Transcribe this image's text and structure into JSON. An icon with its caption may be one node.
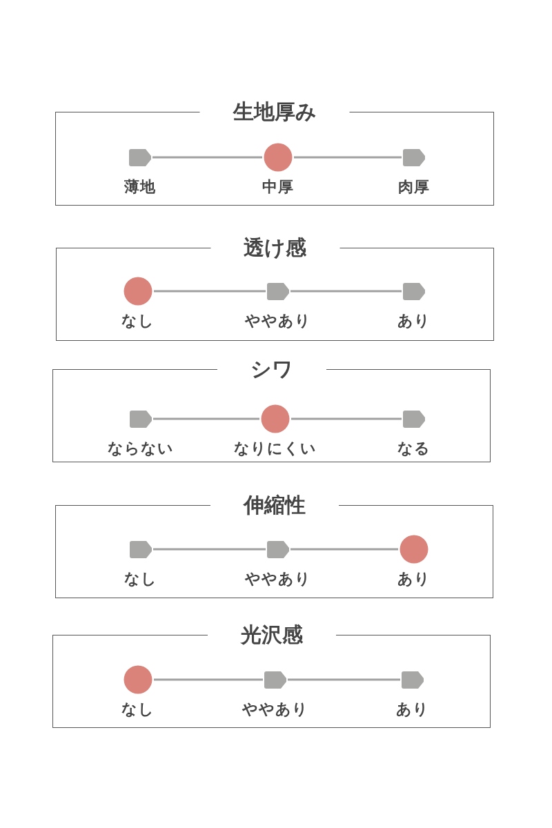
{
  "diagram": {
    "nodes": [
      {
        "text": [
          "生地厚み"
        ]
      },
      {
        "text": [],
        "shape": "box",
        "in": 0,
        "beside": [
          "薄地"
        ]
      },
      {
        "text": [],
        "shape": "circle",
        "in": 0,
        "beside": [
          "中厚"
        ]
      },
      {
        "text": [],
        "shape": "box",
        "in": 0,
        "beside": [
          "肉厚"
        ]
      },
      {
        "text": [
          "透け感"
        ]
      },
      {
        "text": [],
        "shape": "circle",
        "in": 4,
        "beside": [
          "なし"
        ]
      },
      {
        "text": [],
        "shape": "box",
        "in": 4,
        "beside": [
          "ややあり"
        ]
      },
      {
        "text": [],
        "shape": "box",
        "in": 4,
        "beside": [
          "あり"
        ]
      },
      {
        "text": [
          "シワ"
        ]
      },
      {
        "text": [],
        "shape": "box",
        "in": 8,
        "beside": [
          "ならない"
        ]
      },
      {
        "text": [],
        "shape": "circle",
        "in": 8,
        "beside": [
          "なりにくい"
        ]
      },
      {
        "text": [],
        "shape": "box",
        "in": 8,
        "beside": [
          "なる"
        ]
      },
      {
        "text": [
          "伸縮性"
        ]
      },
      {
        "text": [],
        "shape": "box",
        "in": 12,
        "beside": [
          "なし"
        ]
      },
      {
        "text": [],
        "shape": "box",
        "in": 12,
        "beside": [
          "ややあり"
        ]
      },
      {
        "text": [],
        "shape": "circle",
        "in": 12,
        "beside": [
          "あり"
        ]
      },
      {
        "text": [
          "光沢感"
        ]
      },
      {
        "text": [],
        "shape": "circle",
        "in": 16,
        "beside": [
          "なし"
        ]
      },
      {
        "text": [],
        "shape": "box",
        "in": 16,
        "beside": [
          "ややあり"
        ]
      },
      {
        "text": [],
        "shape": "box",
        "in": 16,
        "beside": [
          "あり"
        ]
      }
    ],
    "edges": [
      {
        "from": 1,
        "to": 2,
        "arrow": "none"
      },
      {
        "from": 2,
        "to": 3,
        "arrow": "none"
      },
      {
        "from": 5,
        "to": 6,
        "arrow": "none"
      },
      {
        "from": 6,
        "to": 7,
        "arrow": "none"
      },
      {
        "from": 9,
        "to": 10,
        "arrow": "none"
      },
      {
        "from": 10,
        "to": 11,
        "arrow": "none"
      },
      {
        "from": 13,
        "to": 14,
        "arrow": "none"
      },
      {
        "from": 14,
        "to": 15,
        "arrow": "none"
      },
      {
        "from": 17,
        "to": 18,
        "arrow": "none"
      },
      {
        "from": 18,
        "to": 19,
        "arrow": "none"
      }
    ]
  }
}
